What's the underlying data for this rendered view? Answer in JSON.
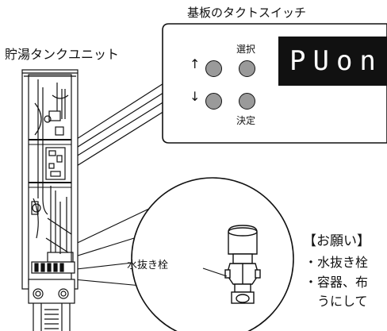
{
  "switch_title": "基板のタクトスイッチ",
  "tank_label": "貯湯タンクユニット",
  "buttons": {
    "up_arrow": "↑",
    "down_arrow": "↓",
    "select_label": "選択",
    "decide_label": "決定"
  },
  "display_text": "PUon",
  "valve_label": "水抜き栓",
  "request": {
    "title": "【お願い】",
    "line1": "・水抜き栓",
    "line2": "・容器、布",
    "line3": "うにして"
  },
  "colors": {
    "line": "#111111",
    "button_fill": "#9a9a9a",
    "display_bg": "#111111",
    "display_text": "#ffffff"
  }
}
